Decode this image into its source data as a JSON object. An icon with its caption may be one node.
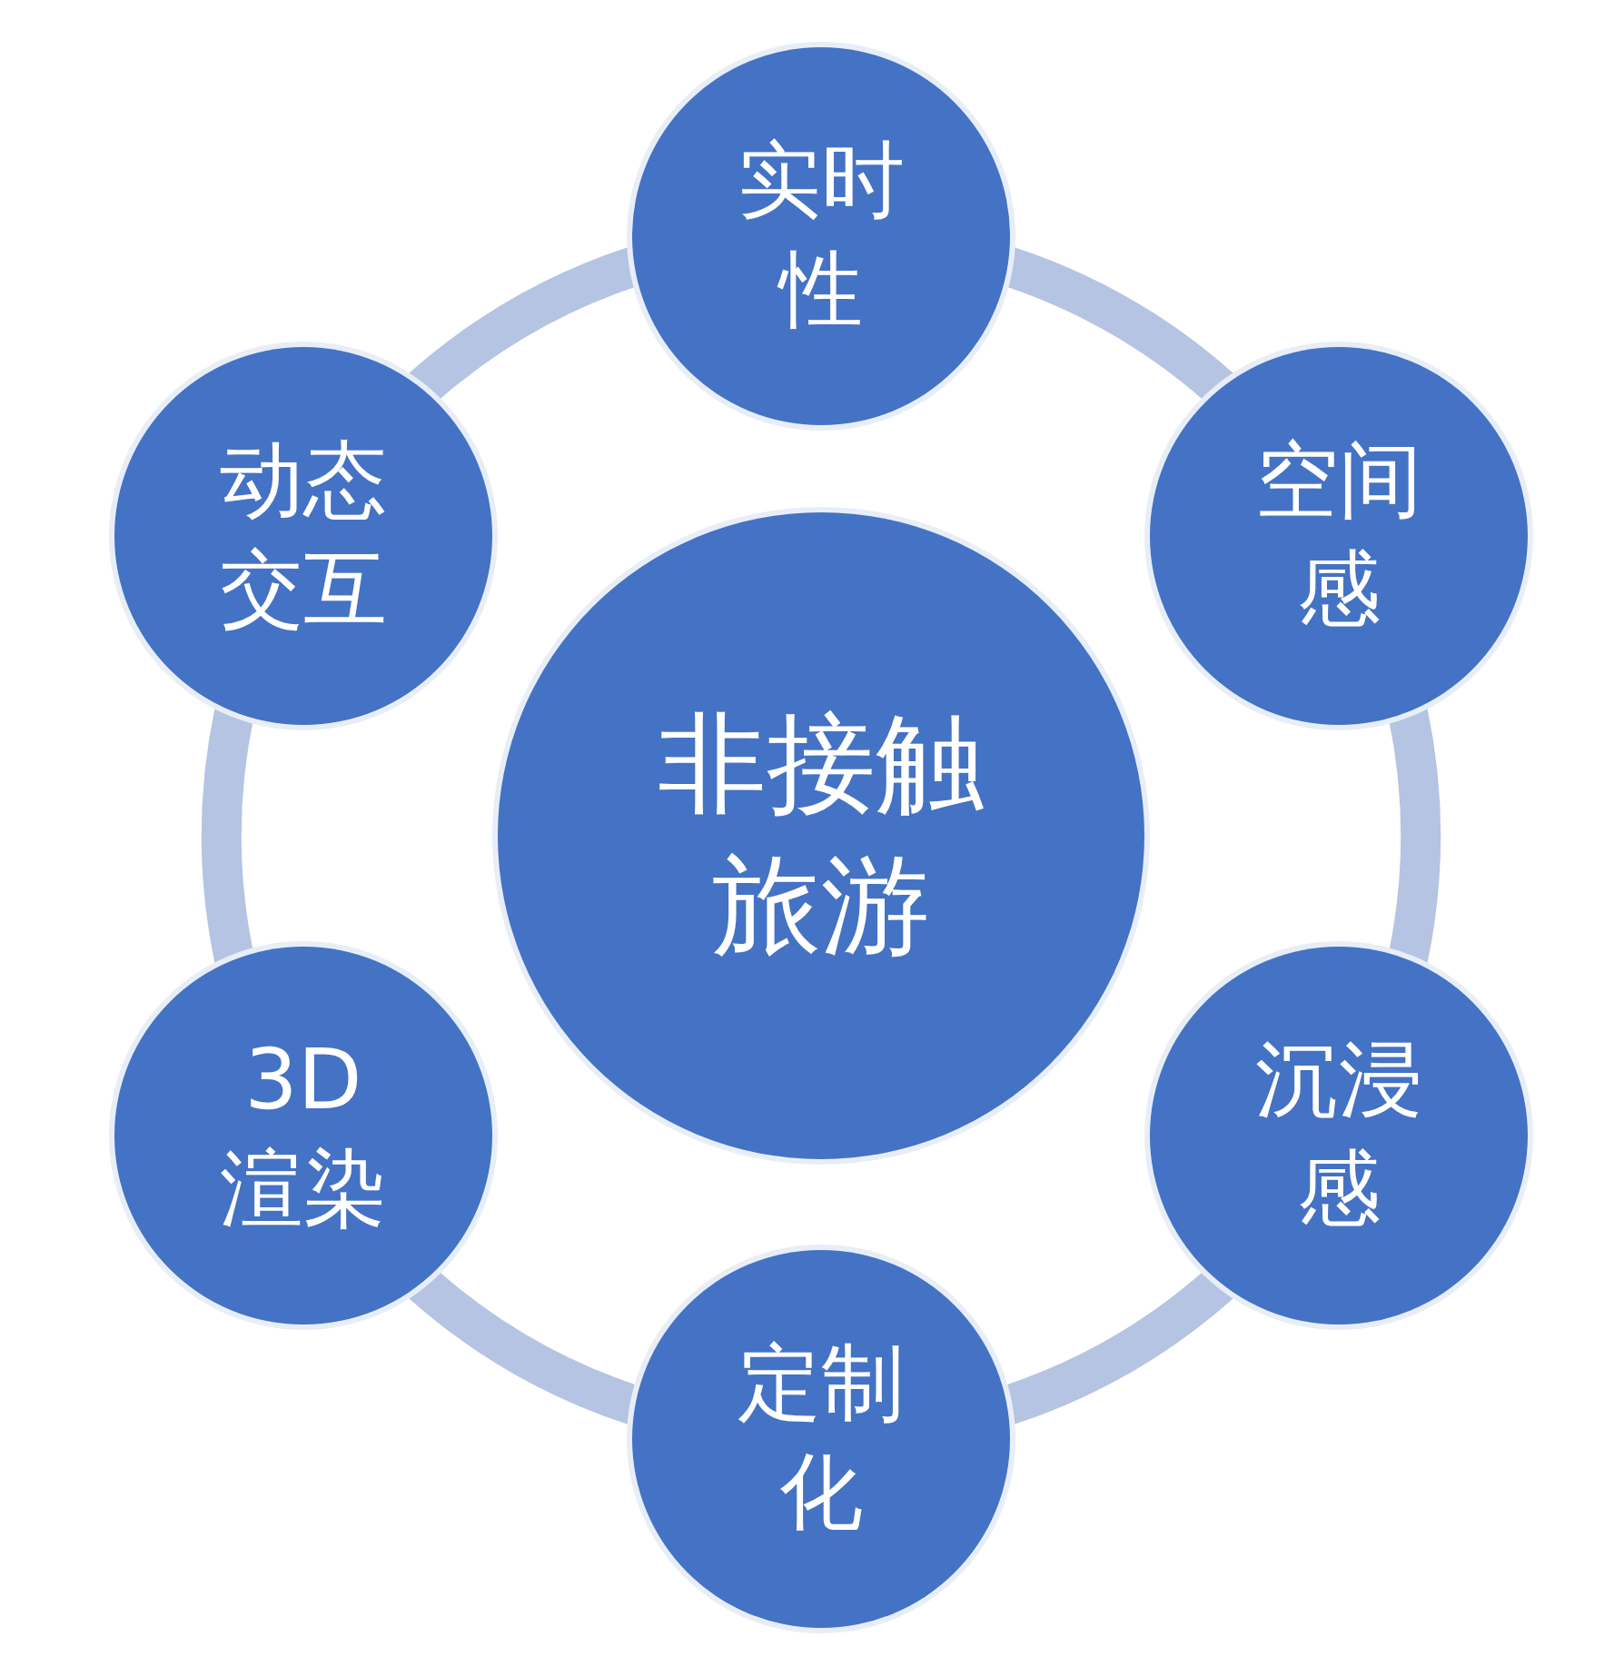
{
  "diagram": {
    "nodes": [
      {
        "text": [
          "非接触旅游"
        ]
      },
      {
        "text": [
          "实时性"
        ]
      },
      {
        "text": [
          "空间感"
        ]
      },
      {
        "text": [
          "沉浸感"
        ]
      },
      {
        "text": [
          "定制化"
        ]
      },
      {
        "text": [
          "3D渲染"
        ]
      },
      {
        "text": [
          "动态交互"
        ]
      }
    ],
    "edges": [
      {
        "from": 1,
        "to": 2,
        "arrow": "none"
      },
      {
        "from": 2,
        "to": 3,
        "arrow": "none"
      },
      {
        "from": 3,
        "to": 4,
        "arrow": "none"
      },
      {
        "from": 4,
        "to": 5,
        "arrow": "none"
      },
      {
        "from": 5,
        "to": 6,
        "arrow": "none"
      },
      {
        "from": 6,
        "to": 1,
        "arrow": "none"
      }
    ]
  }
}
